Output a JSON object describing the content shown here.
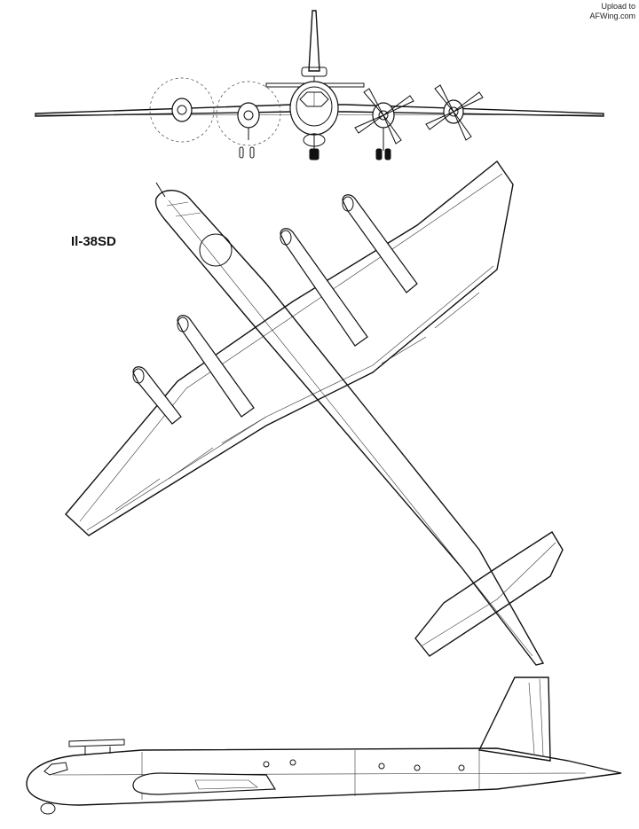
{
  "watermark": {
    "line1": "Upload to",
    "line2": "AFWing.com"
  },
  "aircraft": {
    "designation": "Il-38SD"
  },
  "views": [
    "front-view",
    "top-view",
    "side-view"
  ]
}
